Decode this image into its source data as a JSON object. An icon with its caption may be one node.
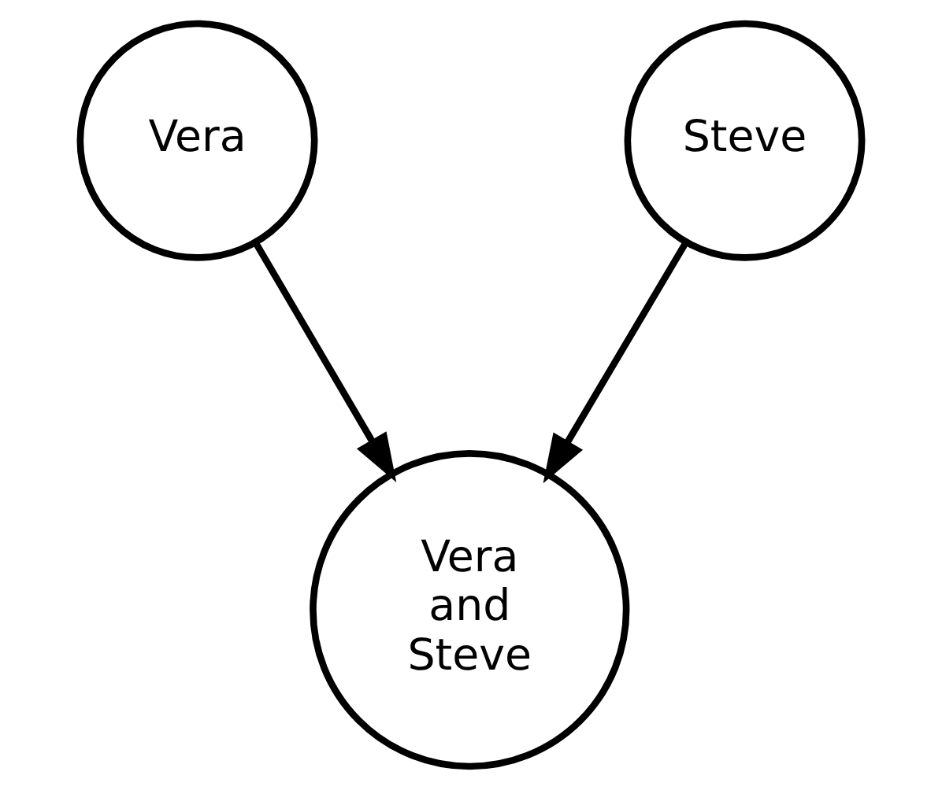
{
  "diagram": {
    "nodes": [
      {
        "text": [
          "Vera"
        ]
      },
      {
        "text": [
          "Steve"
        ]
      },
      {
        "text": [
          "Vera and Steve"
        ]
      }
    ],
    "edges": [
      {
        "from": 0,
        "to": 2,
        "arrow": "to"
      },
      {
        "from": 1,
        "to": 2,
        "arrow": "to"
      }
    ]
  }
}
